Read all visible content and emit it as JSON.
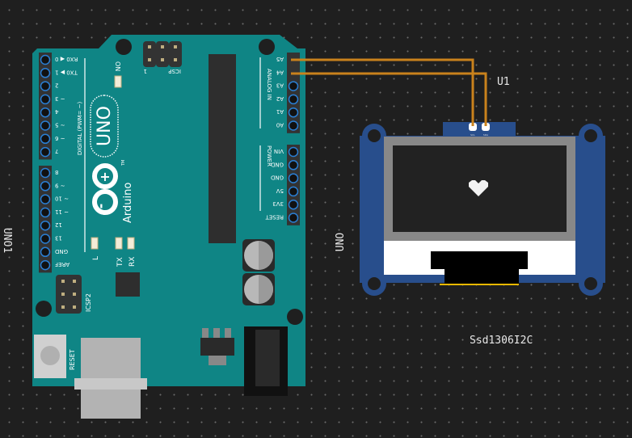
{
  "canvas": {
    "labels": {
      "uno_left": "UNO1",
      "uno": "UNO",
      "u1": "U1",
      "oled": "Ssd1306I2C"
    }
  },
  "arduino": {
    "digital_pins_top": [
      "RX0 ◀ 0",
      "TX0 ▶ 1",
      "2",
      "~ 3",
      "4",
      "~ 5",
      "~ 6",
      "7"
    ],
    "digital_pins_bottom": [
      "8",
      "~ 9",
      "~ 10",
      "~ 11",
      "12",
      "13",
      "GND",
      "AREF"
    ],
    "analog_pins": [
      "A5",
      "A4",
      "A3",
      "A2",
      "A1",
      "A0"
    ],
    "power_pins": [
      "VIN",
      "GND",
      "GND",
      "5V",
      "3V3",
      "RESET"
    ],
    "digital_label": "DIGITAL (PWM= ~)",
    "analog_label": "ANALOG IN",
    "power_label": "POWER",
    "on_label": "ON",
    "icsp_label": "ICSP",
    "icsp2_label": "ICSP2",
    "icsp_pin1": "1",
    "l_label": "L",
    "tx_label": "TX",
    "rx_label": "RX",
    "reset_label": "RESET",
    "logo_text": "UNO",
    "brand": "Arduino",
    "tm": "TM",
    "board_color": "#0f8585"
  },
  "oled": {
    "pins": [
      "SCL",
      "SDA"
    ],
    "board_color": "#284e8c",
    "display_icon": "heart-icon"
  },
  "wires": {
    "color": "#c9821c"
  }
}
